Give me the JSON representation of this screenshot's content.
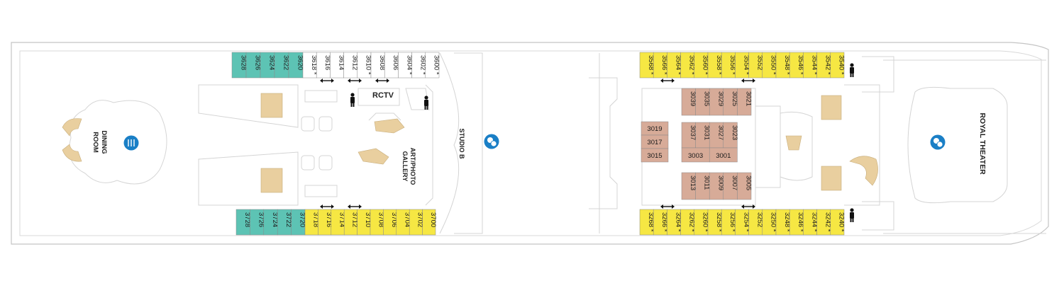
{
  "colors": {
    "background": "#ffffff",
    "hull_fill": "#ffffff",
    "outline": "#c9c9c9",
    "teal_cabin": "#5dc3b4",
    "yellow_cabin": "#f6e743",
    "tan_cabin": "#d7ab98",
    "stairs": "#e9cf9f",
    "icon_blue": "#1a7fc6",
    "arrow": "#111111"
  },
  "venues": {
    "dining_room": [
      "DINING",
      "ROOM"
    ],
    "rctv": "RCTV",
    "art_gallery": [
      "ART/PHOTO",
      "GALLERY"
    ],
    "studio_b": "STUDIO B",
    "royal_theater": "ROYAL THEATER"
  },
  "icons": [
    "dining-icon",
    "theater-icon",
    "restroom-icon",
    "connecting-arrow-icon"
  ],
  "cabins": {
    "fwd_top_teal": [
      "3628",
      "3626",
      "3624",
      "3622",
      "3620"
    ],
    "fwd_top_white": [
      {
        "num": "3618",
        "star": true
      },
      {
        "num": "3616",
        "star": false
      },
      {
        "num": "3614",
        "star": false
      },
      {
        "num": "3612",
        "star": false
      },
      {
        "num": "3610",
        "star": true
      },
      {
        "num": "3608",
        "star": false
      },
      {
        "num": "3606",
        "star": false
      },
      {
        "num": "3604",
        "star": true
      },
      {
        "num": "3602",
        "star": true
      },
      {
        "num": "3600",
        "star": true
      }
    ],
    "fwd_bottom_teal": [
      "3728",
      "3726",
      "3724",
      "3722",
      "3720"
    ],
    "fwd_bottom_yellow": [
      {
        "num": "3718",
        "star": false
      },
      {
        "num": "3716",
        "star": false
      },
      {
        "num": "3714",
        "star": false
      },
      {
        "num": "3712",
        "star": false
      },
      {
        "num": "3710",
        "star": false
      },
      {
        "num": "3708",
        "star": false
      },
      {
        "num": "3706",
        "star": false
      },
      {
        "num": "3704",
        "star": false
      },
      {
        "num": "3702",
        "star": false
      },
      {
        "num": "3700",
        "star": false
      }
    ],
    "aft_top_yellow": [
      {
        "num": "3568",
        "star": true
      },
      {
        "num": "3566",
        "star": true
      },
      {
        "num": "3564",
        "star": true
      },
      {
        "num": "3562",
        "star": true
      },
      {
        "num": "3560",
        "star": true
      },
      {
        "num": "3558",
        "star": true
      },
      {
        "num": "3556",
        "star": true
      },
      {
        "num": "3554",
        "star": true
      },
      {
        "num": "3552",
        "star": false
      },
      {
        "num": "3550",
        "star": true
      },
      {
        "num": "3548",
        "star": true
      },
      {
        "num": "3546",
        "star": true
      },
      {
        "num": "3544",
        "star": true
      },
      {
        "num": "3542",
        "star": true
      },
      {
        "num": "3540",
        "star": true
      }
    ],
    "aft_bottom_yellow": [
      {
        "num": "3268",
        "star": true
      },
      {
        "num": "3266",
        "star": true
      },
      {
        "num": "3264",
        "star": true
      },
      {
        "num": "3262",
        "star": true
      },
      {
        "num": "3260",
        "star": true
      },
      {
        "num": "3258",
        "star": true
      },
      {
        "num": "3256",
        "star": true
      },
      {
        "num": "3254",
        "star": true
      },
      {
        "num": "3252",
        "star": false
      },
      {
        "num": "3250",
        "star": true
      },
      {
        "num": "3248",
        "star": true
      },
      {
        "num": "3246",
        "star": true
      },
      {
        "num": "3244",
        "star": true
      },
      {
        "num": "3242",
        "star": true
      },
      {
        "num": "3240",
        "star": true
      }
    ],
    "inner_top": [
      "3039",
      "3035",
      "3029",
      "3025",
      "3021"
    ],
    "inner_bottom": [
      "3013",
      "3011",
      "3009",
      "3007",
      "3005"
    ],
    "inner_left": [
      "3019",
      "3017",
      "3015"
    ],
    "inner_middle_vertical": [
      "3037",
      "3031",
      "3027",
      "3023"
    ],
    "inner_middle_horizontal": [
      "3003",
      "3001"
    ]
  }
}
